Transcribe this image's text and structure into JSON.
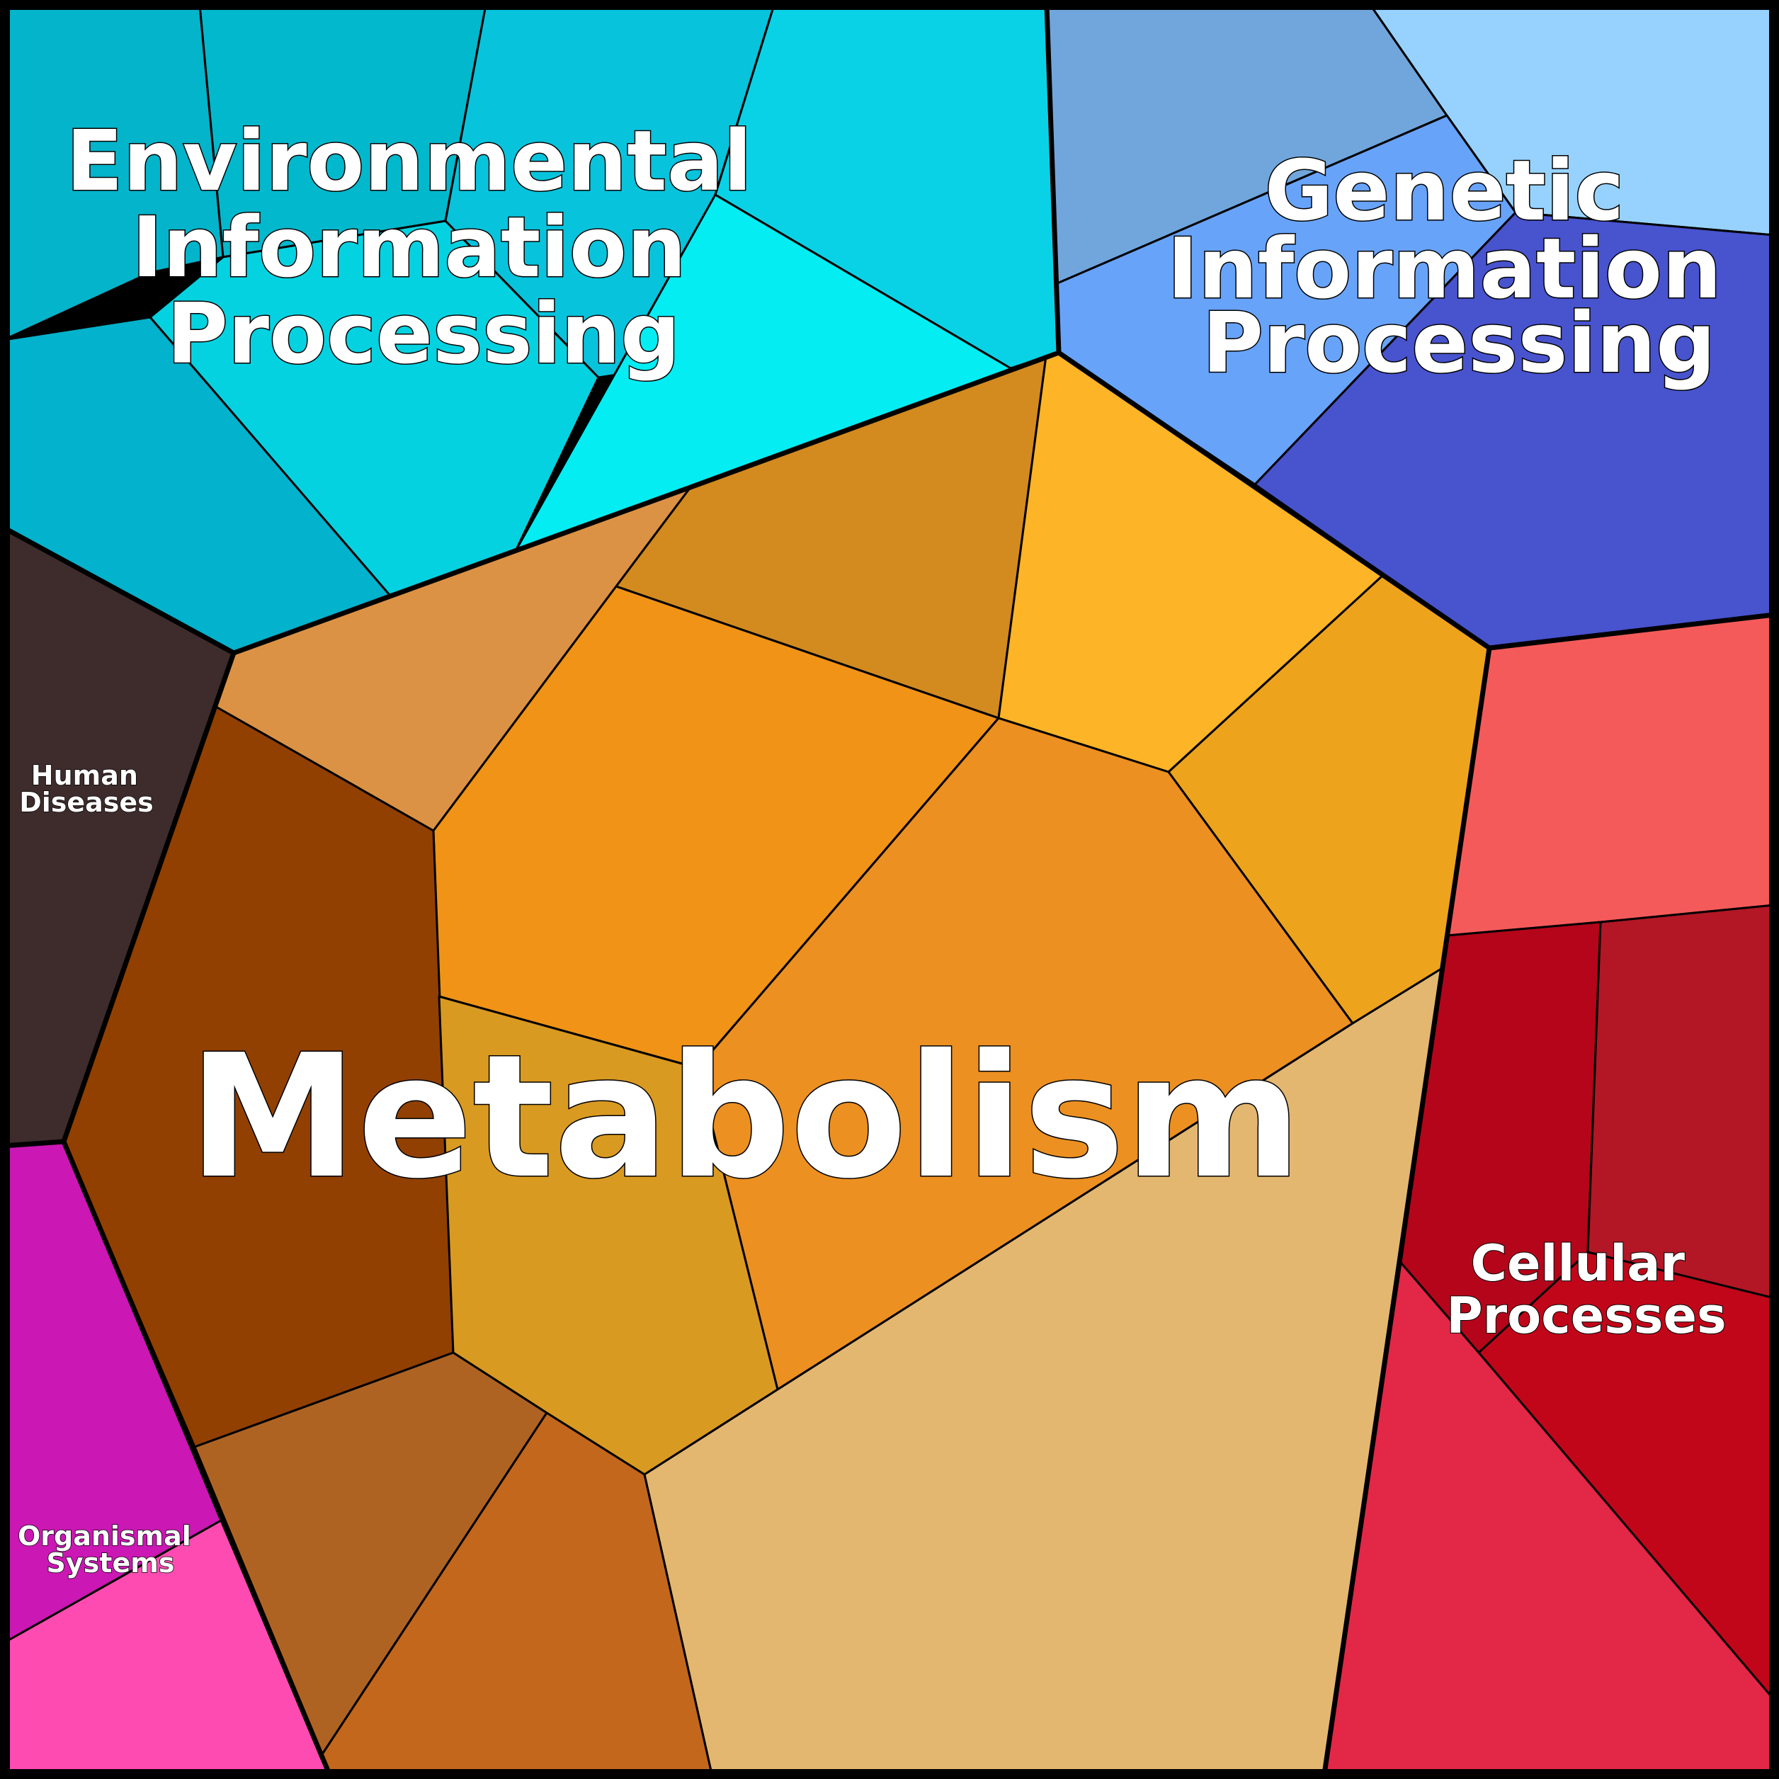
{
  "diagram": {
    "labels": {
      "metabolism": "Metabolism",
      "env": [
        "Environmental",
        "Information",
        "Processing"
      ],
      "gen": [
        "Genetic",
        "Information",
        "Processing"
      ],
      "cellular": [
        "Cellular",
        "Processes"
      ],
      "human": [
        "Human",
        "Diseases"
      ],
      "organismal": [
        "Organismal",
        "Systems"
      ]
    },
    "colors": {
      "env": [
        "#03B4CA",
        "#02B8CC",
        "#08C3DC",
        "#0AD2E6",
        "#05D2E0",
        "#03EDF3",
        "#03B2CC"
      ],
      "gen": [
        "#71A6DC",
        "#97D2FE",
        "#68A3FA",
        "#4853CE"
      ],
      "metabolism": [
        "#DC9244",
        "#D38A1F",
        "#FDB427",
        "#EEA31C",
        "#F09316",
        "#EC9021",
        "#914001",
        "#D99A21",
        "#E4B770",
        "#AF6323",
        "#C3671D"
      ],
      "cellular": [
        "#F55A5A",
        "#B5051A",
        "#B31624",
        "#C1061A",
        "#E32746"
      ],
      "human": [
        "#3E2B2B"
      ],
      "organismal": [
        "#CB17B3",
        "#FE4BB1"
      ]
    }
  }
}
